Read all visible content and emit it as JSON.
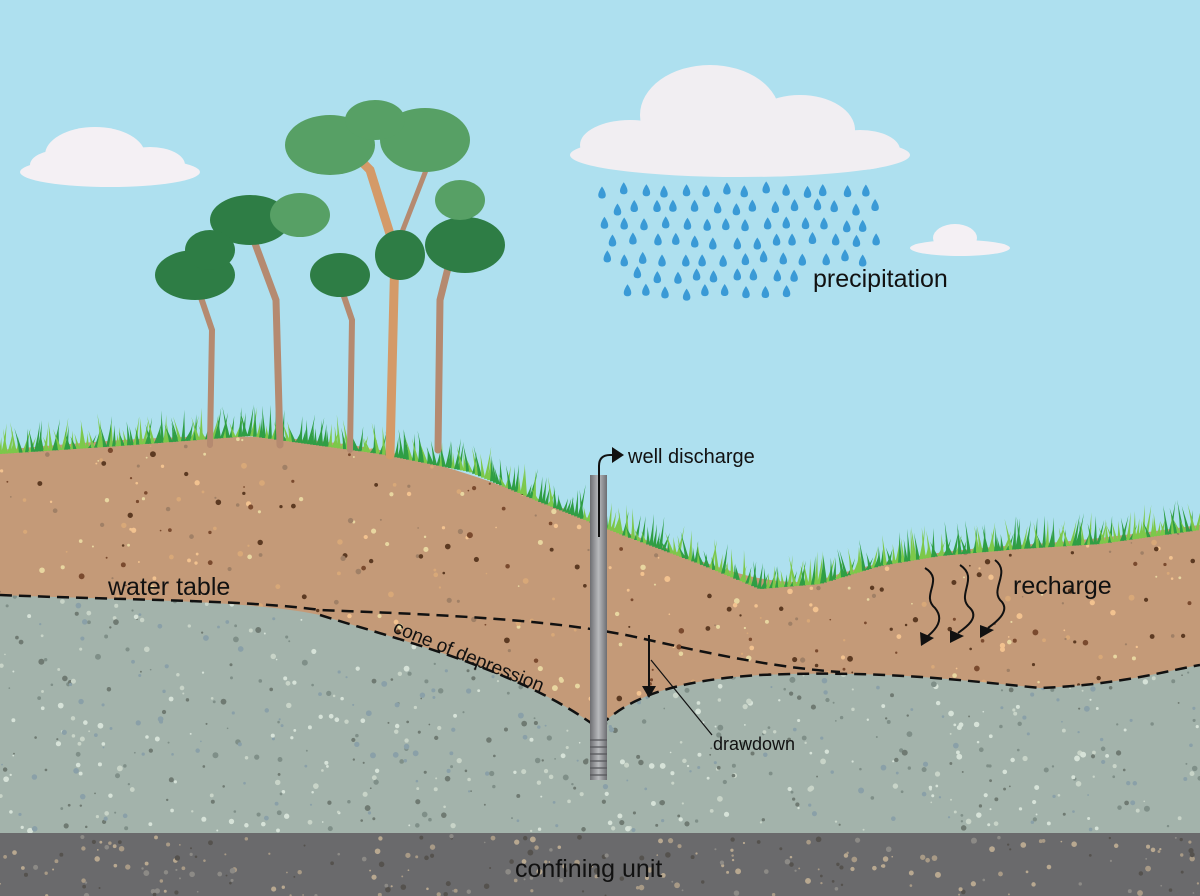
{
  "labels": {
    "precipitation": "precipitation",
    "well_discharge": "well discharge",
    "water_table": "water table",
    "cone_of_depression": "cone of depression",
    "drawdown": "drawdown",
    "recharge": "recharge",
    "confining_unit": "confining unit"
  },
  "colors": {
    "sky": "#aee0ef",
    "soil": "#c49a78",
    "saturated": "#a3b3ab",
    "confining": "#6a6a6c",
    "grass": "#4cb848",
    "rain": "#3a9ad6"
  }
}
